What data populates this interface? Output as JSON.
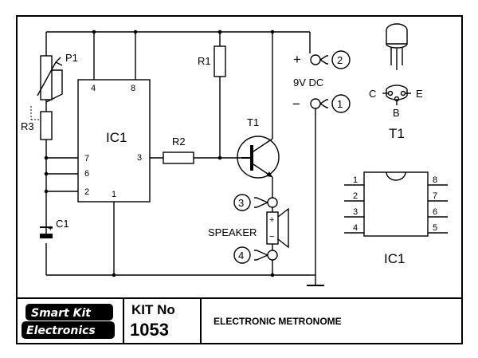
{
  "labels": {
    "p1": "P1",
    "r1": "R1",
    "r2": "R2",
    "r3": "R3",
    "c1": "C1",
    "ic1": "IC1",
    "t1": "T1",
    "supply": "9V DC",
    "plus": "+",
    "minus": "−",
    "speaker": "SPEAKER",
    "spk_plus": "+",
    "spk_minus": "−",
    "c1_plus": "+",
    "pin4": "4",
    "pin8": "8",
    "pin7": "7",
    "pin6": "6",
    "pin2": "2",
    "pin1": "1",
    "pin3": "3"
  },
  "terminals": {
    "t1": "1",
    "t2": "2",
    "t3": "3",
    "t4": "4"
  },
  "pinout": {
    "transistor_c": "C",
    "transistor_e": "E",
    "transistor_b": "B",
    "transistor_label": "T1",
    "ic_label": "IC1",
    "left_pins": [
      "1",
      "2",
      "3",
      "4"
    ],
    "right_pins": [
      "8",
      "7",
      "6",
      "5"
    ]
  },
  "footer": {
    "brand_line1": "Smart Kit",
    "brand_line2": "Electronics",
    "kit_no_label": "KIT No",
    "kit_number": "1053",
    "title": "ELECTRONIC METRONOME"
  }
}
